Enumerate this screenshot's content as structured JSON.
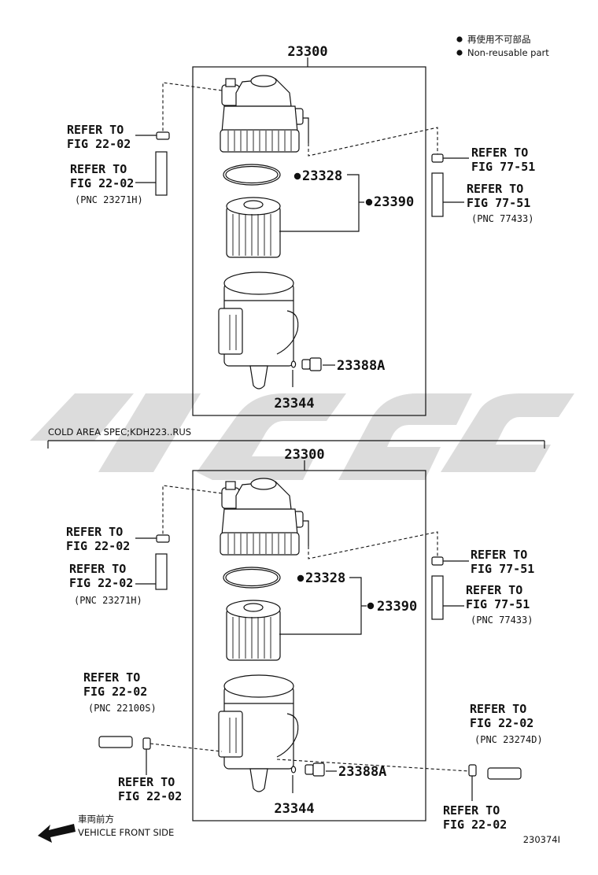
{
  "legend": {
    "jp": "再使用不可部品",
    "en": "Non-reusable part"
  },
  "section_label": "COLD AREA SPEC;KDH223..RUS",
  "diagram_id": "230374I",
  "vehicle_front": {
    "jp": "車両前方",
    "en": "VEHICLE FRONT SIDE"
  },
  "upper": {
    "assembly": "23300",
    "gasket": "23328",
    "element_kit": "23390",
    "drain_plug": "23388A",
    "oring": "23344",
    "refer_left_1": [
      "REFER TO",
      "FIG 22-02"
    ],
    "refer_left_2": [
      "REFER TO",
      "FIG 22-02",
      "(PNC 23271H)"
    ],
    "refer_right_1": [
      "REFER TO",
      "FIG 77-51"
    ],
    "refer_right_2": [
      "REFER TO",
      "FIG 77-51",
      "(PNC 77433)"
    ]
  },
  "lower": {
    "assembly": "23300",
    "gasket": "23328",
    "element_kit": "23390",
    "drain_plug": "23388A",
    "oring": "23344",
    "refer_left_1": [
      "REFER TO",
      "FIG 22-02"
    ],
    "refer_left_2": [
      "REFER TO",
      "FIG 22-02",
      "(PNC 23271H)"
    ],
    "refer_right_1": [
      "REFER TO",
      "FIG 77-51"
    ],
    "refer_right_2": [
      "REFER TO",
      "FIG 77-51",
      "(PNC 77433)"
    ],
    "refer_heater_hose": [
      "REFER TO",
      "FIG 22-02",
      "(PNC 22100S)"
    ],
    "refer_heater_clip": [
      "REFER TO",
      "FIG 22-02"
    ],
    "refer_return_hose": [
      "REFER TO",
      "FIG 22-02",
      "(PNC 23274D)"
    ],
    "refer_return_clip": [
      "REFER TO",
      "FIG 22-02"
    ]
  }
}
